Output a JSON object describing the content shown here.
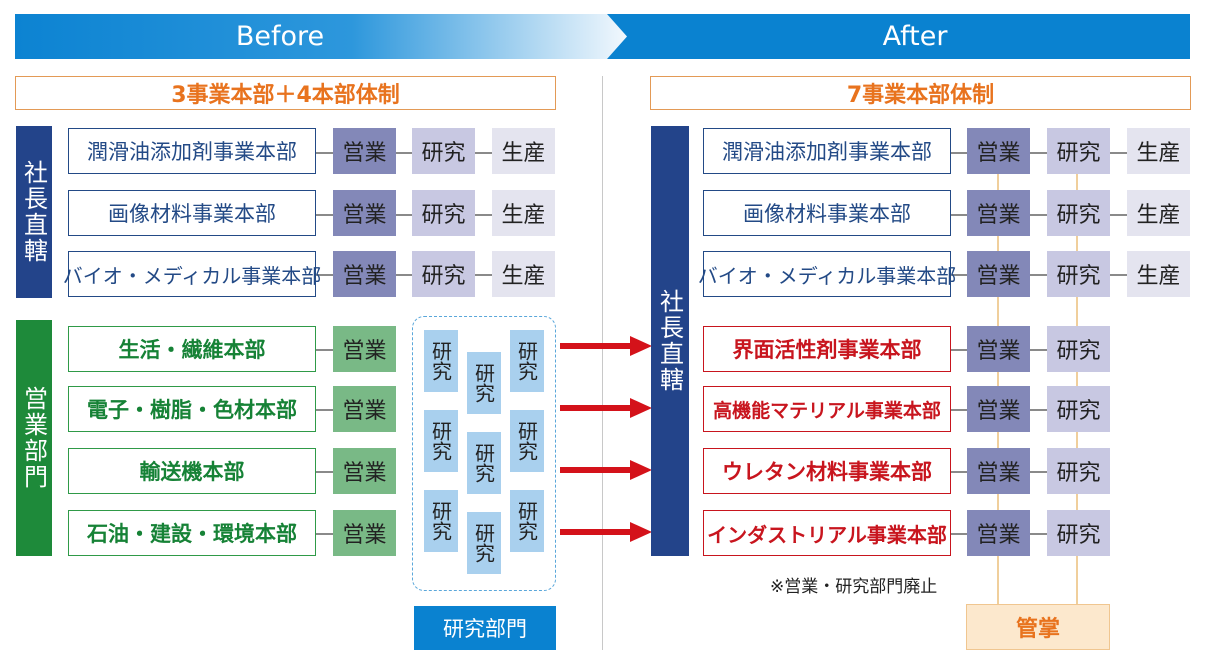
{
  "header": {
    "before_label": "Before",
    "after_label": "After"
  },
  "before": {
    "title": "3事業本部＋4本部体制",
    "president_group_label": "社長直轄",
    "sales_group_label": "営業部門",
    "president_units": [
      {
        "name": "潤滑油添加剤事業本部",
        "sales": "営業",
        "research": "研究",
        "production": "生産"
      },
      {
        "name": "画像材料事業本部",
        "sales": "営業",
        "research": "研究",
        "production": "生産"
      },
      {
        "name": "バイオ・メディカル事業本部",
        "sales": "営業",
        "research": "研究",
        "production": "生産"
      }
    ],
    "sales_units": [
      {
        "name": "生活・繊維本部",
        "sales": "営業"
      },
      {
        "name": "電子・樹脂・色材本部",
        "sales": "営業"
      },
      {
        "name": "輸送機本部",
        "sales": "営業"
      },
      {
        "name": "石油・建設・環境本部",
        "sales": "営業"
      }
    ],
    "research_cluster": [
      "研究",
      "研究",
      "研究",
      "研究",
      "研究",
      "研究",
      "研究",
      "研究",
      "研究"
    ],
    "research_dept_label": "研究部門"
  },
  "after": {
    "title": "7事業本部体制",
    "president_group_label": "社長直轄",
    "units": [
      {
        "name": "潤滑油添加剤事業本部",
        "sales": "営業",
        "research": "研究",
        "production": "生産"
      },
      {
        "name": "画像材料事業本部",
        "sales": "営業",
        "research": "研究",
        "production": "生産"
      },
      {
        "name": "バイオ・メディカル事業本部",
        "sales": "営業",
        "research": "研究",
        "production": "生産"
      },
      {
        "name": "界面活性剤事業本部",
        "sales": "営業",
        "research": "研究"
      },
      {
        "name": "高機能マテリアル事業本部",
        "sales": "営業",
        "research": "研究"
      },
      {
        "name": "ウレタン材料事業本部",
        "sales": "営業",
        "research": "研究"
      },
      {
        "name": "インダストリアル事業本部",
        "sales": "営業",
        "research": "研究"
      }
    ],
    "note": "※営業・研究部門廃止",
    "jurisdiction_label": "管掌"
  },
  "colors": {
    "banner_blue": "#0a82d0",
    "navy": "#23448a",
    "green": "#1e8a3a",
    "red": "#d4121a",
    "orange": "#e8731e",
    "research_blue": "#a9d0ee"
  }
}
